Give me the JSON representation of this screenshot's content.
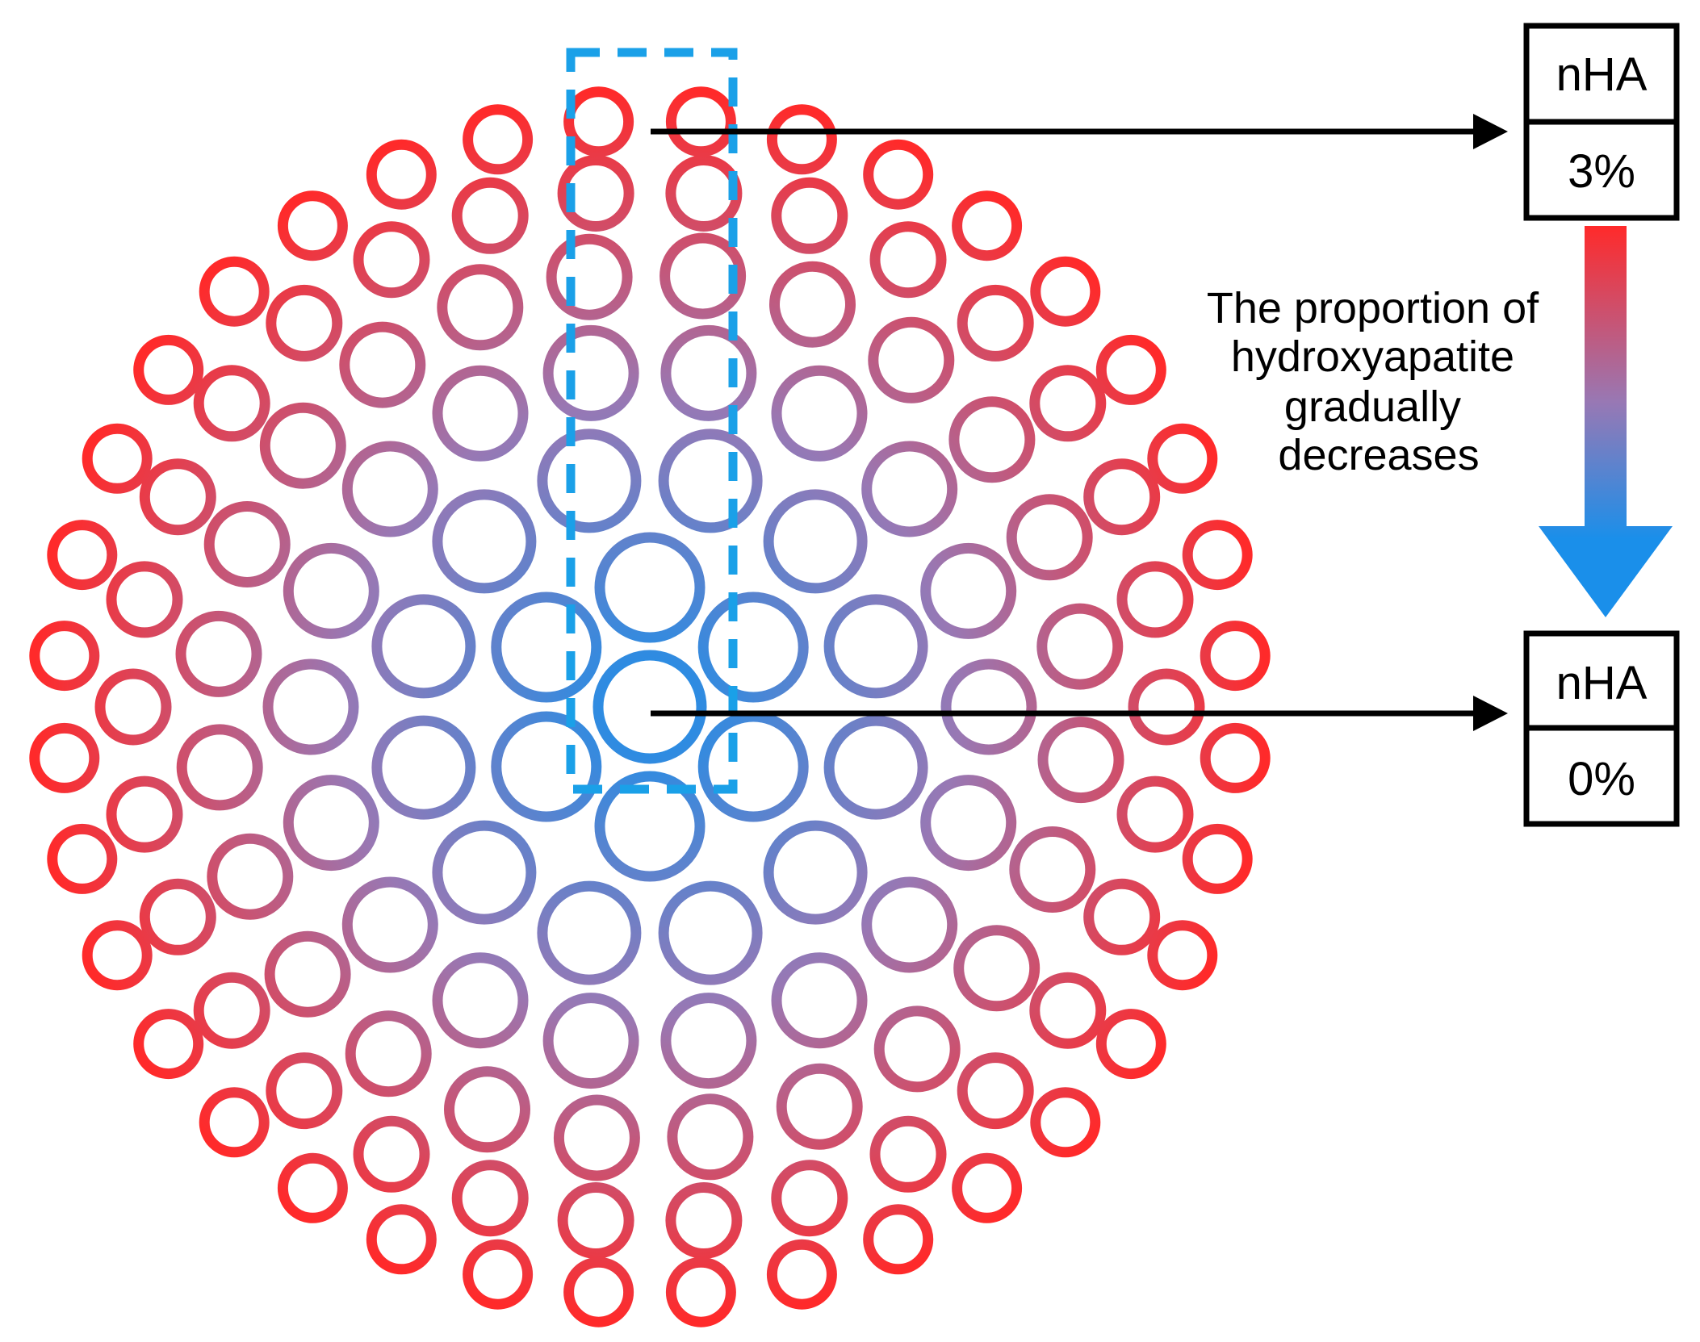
{
  "diagram": {
    "top_label": {
      "name": "nHA",
      "value": "3%"
    },
    "bottom_label": {
      "name": "nHA",
      "value": "0%"
    },
    "gradient_caption": [
      "The proportion of",
      "hydroxyapatite",
      "gradually",
      "decreases"
    ],
    "colors": {
      "outer": "#ff2a2a",
      "middle": "#9878b4",
      "center": "#1a8fea",
      "dashed_box": "#1aa0e8",
      "arrow_line": "#000000"
    },
    "icons": {
      "scaffold": "concentric-fiber-circles",
      "gradient_arrow": "down-arrow-gradient"
    }
  }
}
